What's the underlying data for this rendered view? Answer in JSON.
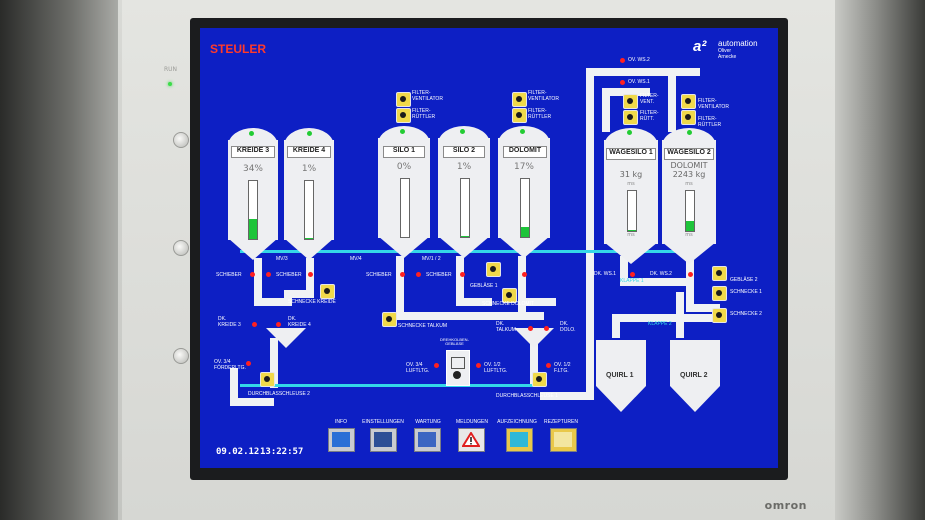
{
  "header": {
    "brand": "STEULER",
    "logo_mark": "a²",
    "logo_word": "automation",
    "logo_owner": "Oliver Arnecke"
  },
  "silos": [
    {
      "name": "KREIDE 3",
      "level_text": "34%",
      "level": 0.34
    },
    {
      "name": "KREIDE 4",
      "level_text": "1%",
      "level": 0.01
    },
    {
      "name": "SILO 1",
      "level_text": "0%",
      "level": 0.0
    },
    {
      "name": "SILO 2",
      "level_text": "1%",
      "level": 0.01
    },
    {
      "name": "DOLOMIT",
      "level_text": "17%",
      "level": 0.17
    }
  ],
  "weigh_silos": [
    {
      "name": "WAGESILO 1",
      "value": "31 kg",
      "sub": "ms",
      "bottom": "ms",
      "level": 0.02
    },
    {
      "name": "WAGESILO 2",
      "value_top": "DOLOMIT",
      "value": "2243 kg",
      "sub": "ms",
      "bottom": "ms",
      "level": 0.25
    }
  ],
  "labels": {
    "filter_vent": "FILTER-\nVENTILATOR",
    "filter_ruett": "FILTER-\nRÜTTLER",
    "filter_vent_short": "FILTER-\nVENT.",
    "filter_ruett_short": "FILTER-\nRÜTT.",
    "ov_ws2": "OV. WS.2",
    "ov_ws1": "OV. WS.1",
    "schieber": "SCHIEBER",
    "mv3": "MV/3",
    "mv4": "MV/4",
    "mv12": "MV/1 / 2",
    "schnecke_kreide": "SCHNECKE KREIDE",
    "schnecke_talkum": "SCHNECKE TALKUM",
    "schnecke_dolomit": "SCHNECKE DOLOMIT",
    "geblaese1": "GEBLÄSE 1",
    "geblaese2": "GEBLÄSE 2",
    "dk_kreide3": "DK.\nKREIDE 3",
    "dk_kreide4": "DK.\nKREIDE 4",
    "dk_talkum": "DK.\nTALKUM",
    "dk_dolo": "DK.\nDOLO.",
    "dk_ws1": "DK. WS.1",
    "klappe1": "KLAPPE 1",
    "dk_ws2": "DK. WS.2",
    "schnecke1": "SCHNECKE 1",
    "schnecke2": "SCHNECKE 2",
    "klappe2": "KLAPPE 2",
    "ov34_foerder": "OV. 3/4\nFÖRDERLTG.",
    "ov34_luft": "OV. 3/4\nLUFTLTG.",
    "ov12_luft": "OV. 1/2\nLUFTLTG.",
    "ov12_f": "OV. 1/2\nF.LTG.",
    "drehkolben": "DREHKOLBEN-\nGEBLÄSE",
    "dbs2": "DURCHBLASSCHLEUSE 2",
    "dbs1": "DURCHBLASSCHLEUSE 1",
    "quirl1": "QUIRL 1",
    "quirl2": "QUIRL 2"
  },
  "footer": {
    "date": "09.02.12",
    "time": "13:22:57"
  },
  "nav": [
    {
      "label": "INFO",
      "icon": "info-icon"
    },
    {
      "label": "EINSTELLUNGEN",
      "icon": "settings-icon"
    },
    {
      "label": "WARTUNG",
      "icon": "maintenance-icon"
    },
    {
      "label": "MELDUNGEN",
      "icon": "warning-icon"
    },
    {
      "label": "AUFZEICHNUNG",
      "icon": "recording-icon"
    },
    {
      "label": "REZEPTUREN",
      "icon": "recipes-icon"
    }
  ],
  "bezel": {
    "brand": "omron",
    "led_label": "RUN"
  },
  "colors": {
    "screen": "#0d1fc4",
    "pipe": "#f0f2f4",
    "air_line": "#34d7e8",
    "alarm": "#ff2020",
    "ok": "#22cc33",
    "brand": "#ff3a2a"
  }
}
